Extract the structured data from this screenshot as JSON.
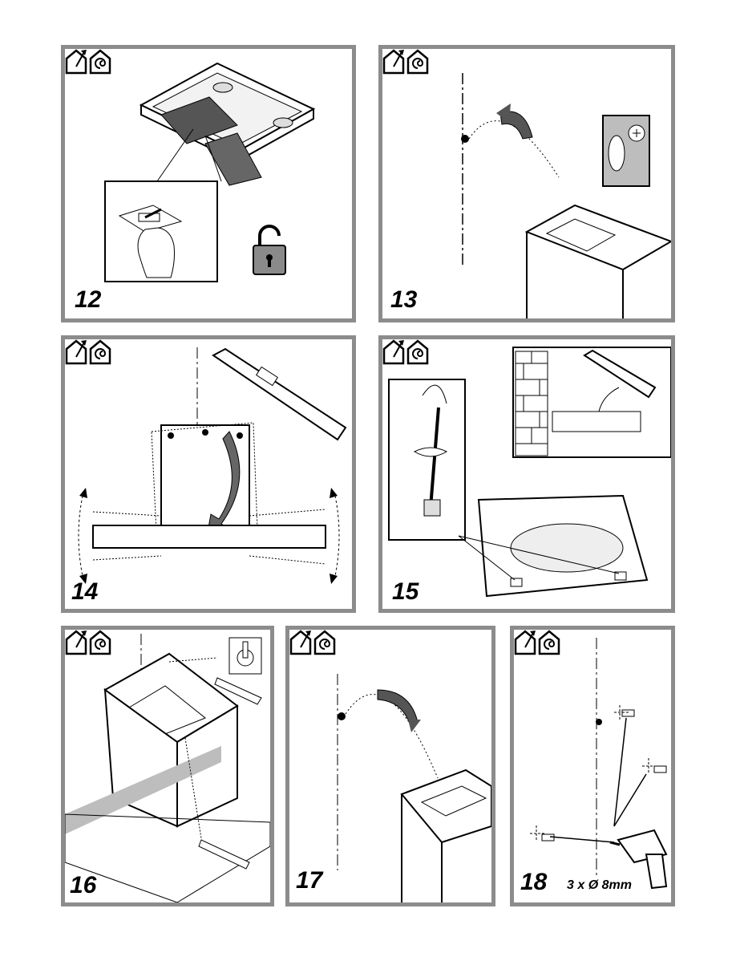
{
  "steps": [
    {
      "number": "12"
    },
    {
      "number": "13"
    },
    {
      "number": "14"
    },
    {
      "number": "15"
    },
    {
      "number": "16"
    },
    {
      "number": "17"
    },
    {
      "number": "18",
      "caption": "3 x Ø 8mm"
    }
  ],
  "icons": [
    "house-exhaust-icon",
    "house-recirculation-icon"
  ]
}
